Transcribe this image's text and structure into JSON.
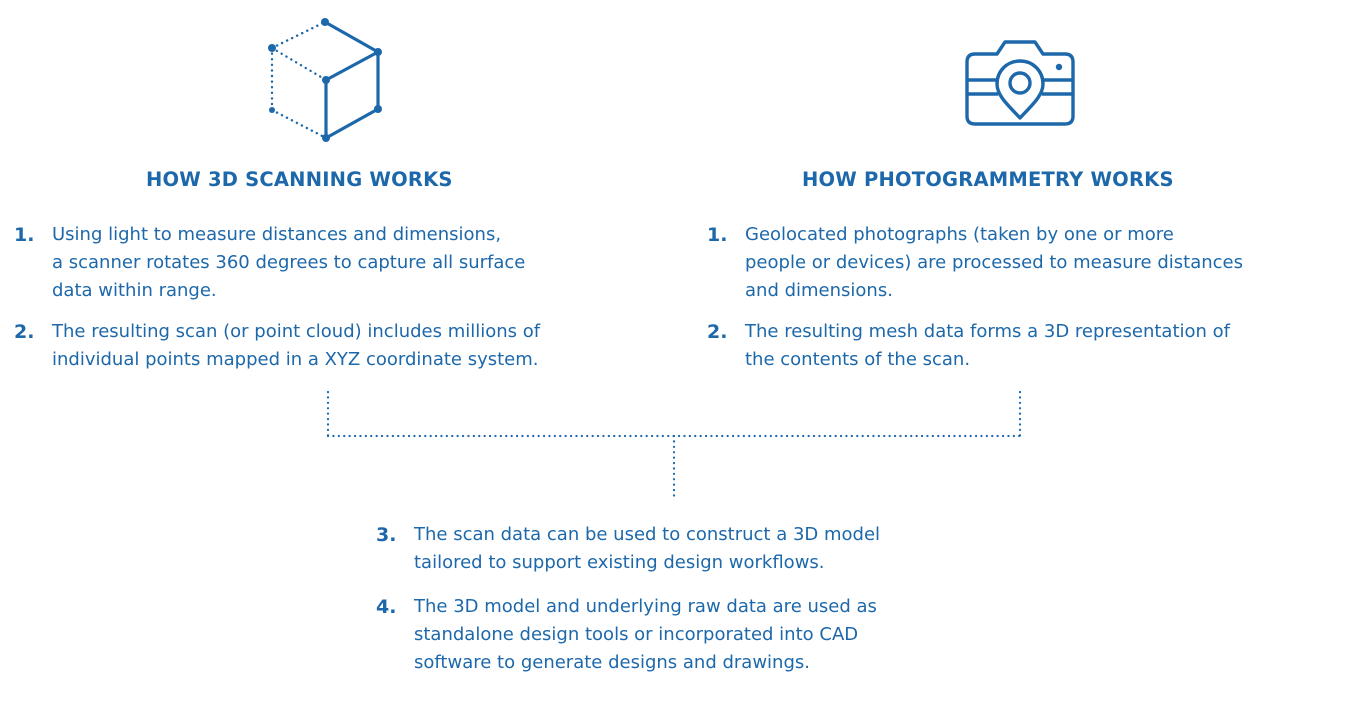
{
  "colors": {
    "primary": "#1d68aa",
    "background": "#ffffff"
  },
  "left": {
    "icon": "cube-icon",
    "heading": "HOW 3D SCANNING WORKS",
    "steps": [
      {
        "number": "1.",
        "lines": [
          "Using light to measure distances and dimensions,",
          "a scanner rotates 360 degrees to capture all surface",
          "data within range."
        ]
      },
      {
        "number": "2.",
        "lines": [
          "The resulting scan (or point cloud) includes millions of",
          "individual points mapped in a XYZ coordinate system."
        ]
      }
    ]
  },
  "right": {
    "icon": "camera-location-icon",
    "heading": "HOW PHOTOGRAMMETRY WORKS",
    "steps": [
      {
        "number": "1.",
        "lines": [
          "Geolocated photographs (taken by one or more",
          "people or devices) are processed to measure distances",
          "and dimensions."
        ]
      },
      {
        "number": "2.",
        "lines": [
          "The resulting mesh data forms a 3D representation of",
          "the contents of the scan."
        ]
      }
    ]
  },
  "combined": {
    "steps": [
      {
        "number": "3.",
        "lines": [
          "The scan data can be used to construct a 3D model",
          "tailored to support existing design workflows."
        ]
      },
      {
        "number": "4.",
        "lines": [
          "The 3D model and underlying raw data are used as",
          "standalone design tools or incorporated into CAD",
          "software to generate designs and drawings."
        ]
      }
    ]
  }
}
